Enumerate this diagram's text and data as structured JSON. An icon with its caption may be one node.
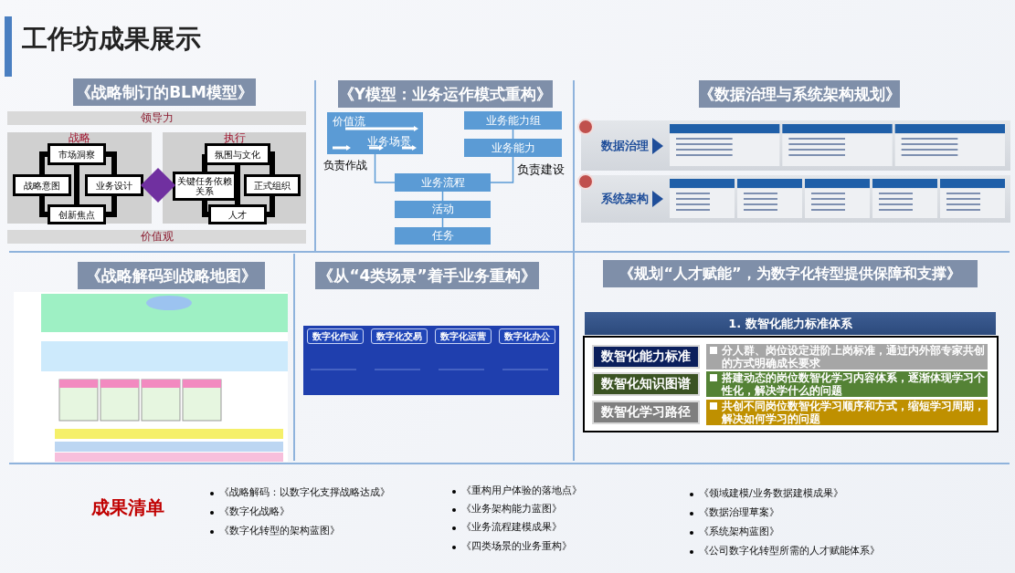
{
  "diagram": {
    "title": "工作坊成果展示",
    "nodes": [
      {
        "text": [
          "《战略制订的BLM模型》"
        ]
      },
      {
        "text": [
          "领导力"
        ]
      },
      {
        "text": [
          "战略"
        ]
      },
      {
        "text": [
          "市场洞察"
        ],
        "in": 2
      },
      {
        "text": [
          "战略意图"
        ],
        "in": 2
      },
      {
        "text": [
          "业务设计"
        ],
        "in": 2
      },
      {
        "text": [
          "创新焦点"
        ],
        "in": 2
      },
      {
        "text": [],
        "shape": "diamond"
      },
      {
        "text": [
          "执行"
        ]
      },
      {
        "text": [
          "氛围与文化"
        ],
        "in": 8
      },
      {
        "text": [
          "关键任务依赖关系"
        ],
        "in": 8
      },
      {
        "text": [
          "正式组织"
        ],
        "in": 8
      },
      {
        "text": [
          "人才"
        ],
        "in": 8
      },
      {
        "text": [
          "价值观"
        ]
      },
      {
        "text": [
          "《Y模型：业务运作模式重构》"
        ]
      },
      {
        "text": [
          "价值流",
          "业务场景"
        ],
        "beside": [
          "负责作战"
        ]
      },
      {
        "text": [
          "业务能力组"
        ]
      },
      {
        "text": [
          "业务能力"
        ],
        "beside": [
          "负责建设"
        ]
      },
      {
        "text": [
          "业务流程"
        ]
      },
      {
        "text": [
          "活动"
        ]
      },
      {
        "text": [
          "任务"
        ]
      },
      {
        "text": [
          "《数据治理与系统架构规划》"
        ]
      },
      {
        "text": [
          "数据治理"
        ]
      },
      {
        "text": [
          "系统架构"
        ]
      },
      {
        "text": [
          "《战略解码到战略地图》"
        ]
      },
      {
        "text": [],
        "shape": "picture"
      },
      {
        "text": [
          "《从“4类场景”着手业务重构》"
        ]
      },
      {
        "text": [],
        "shape": "box"
      },
      {
        "text": [
          "数字化作业"
        ],
        "in": 27
      },
      {
        "text": [
          "数字化交易"
        ],
        "in": 27
      },
      {
        "text": [
          "数字化运营"
        ],
        "in": 27
      },
      {
        "text": [
          "数字化办公"
        ],
        "in": 27
      },
      {
        "text": [
          "《规划“人才赋能”，为数字化转型提供保障和支撑》"
        ]
      },
      {
        "text": [
          "1. 数智化能力标准体系"
        ]
      },
      {
        "text": [],
        "shape": "box"
      },
      {
        "text": [
          "数智化能力标准"
        ],
        "in": 34
      },
      {
        "text": [
          "分人群、岗位设定进阶上岗标准，通过内外部专家共创的方式明确成长要求"
        ],
        "in": 34
      },
      {
        "text": [
          "数智化知识图谱"
        ],
        "in": 34
      },
      {
        "text": [
          "搭建动态的岗位数智化学习内容体系，逐渐体现学习个性化，解决学什么的问题"
        ],
        "in": 34
      },
      {
        "text": [
          "数智化学习路径"
        ],
        "in": 34
      },
      {
        "text": [
          "共创不同岗位数智化学习顺序和方式，缩短学习周期，解决如何学习的问题"
        ],
        "in": 34
      }
    ],
    "edges": [
      {
        "from": 3,
        "to": 4,
        "arrow": "none"
      },
      {
        "from": 3,
        "to": 5,
        "arrow": "none"
      },
      {
        "from": 4,
        "to": 6,
        "arrow": "none"
      },
      {
        "from": 5,
        "to": 6,
        "arrow": "none"
      },
      {
        "from": 3,
        "to": 6,
        "arrow": "none"
      },
      {
        "from": 9,
        "to": 10,
        "arrow": "none"
      },
      {
        "from": 9,
        "to": 11,
        "arrow": "none"
      },
      {
        "from": 10,
        "to": 12,
        "arrow": "none"
      },
      {
        "from": 11,
        "to": 12,
        "arrow": "none"
      },
      {
        "from": 9,
        "to": 12,
        "arrow": "none"
      },
      {
        "from": 15,
        "to": 18,
        "arrow": "none",
        "color": "#5b9bd5"
      },
      {
        "from": 16,
        "to": 17,
        "arrow": "none",
        "color": "#5b9bd5"
      },
      {
        "from": 17,
        "to": 18,
        "arrow": "none",
        "color": "#5b9bd5"
      },
      {
        "from": 18,
        "to": 19,
        "arrow": "none",
        "color": "#5b9bd5"
      },
      {
        "from": 19,
        "to": 20,
        "arrow": "none",
        "color": "#5b9bd5"
      }
    ],
    "labels": [
      "成果清单",
      "《战略解码：以数字化支撑战略达成》",
      "《数字化战略》",
      "《数字化转型的架构蓝图》",
      "《重构用户体验的落地点》",
      "《业务架构能力蓝图》",
      "《业务流程建模成果》",
      "《四类场景的业务重构》",
      "《领域建模/业务数据建模成果》",
      "《数据治理草案》",
      "《系统架构蓝图》",
      "《公司数字化转型所需的人才赋能体系》"
    ]
  }
}
